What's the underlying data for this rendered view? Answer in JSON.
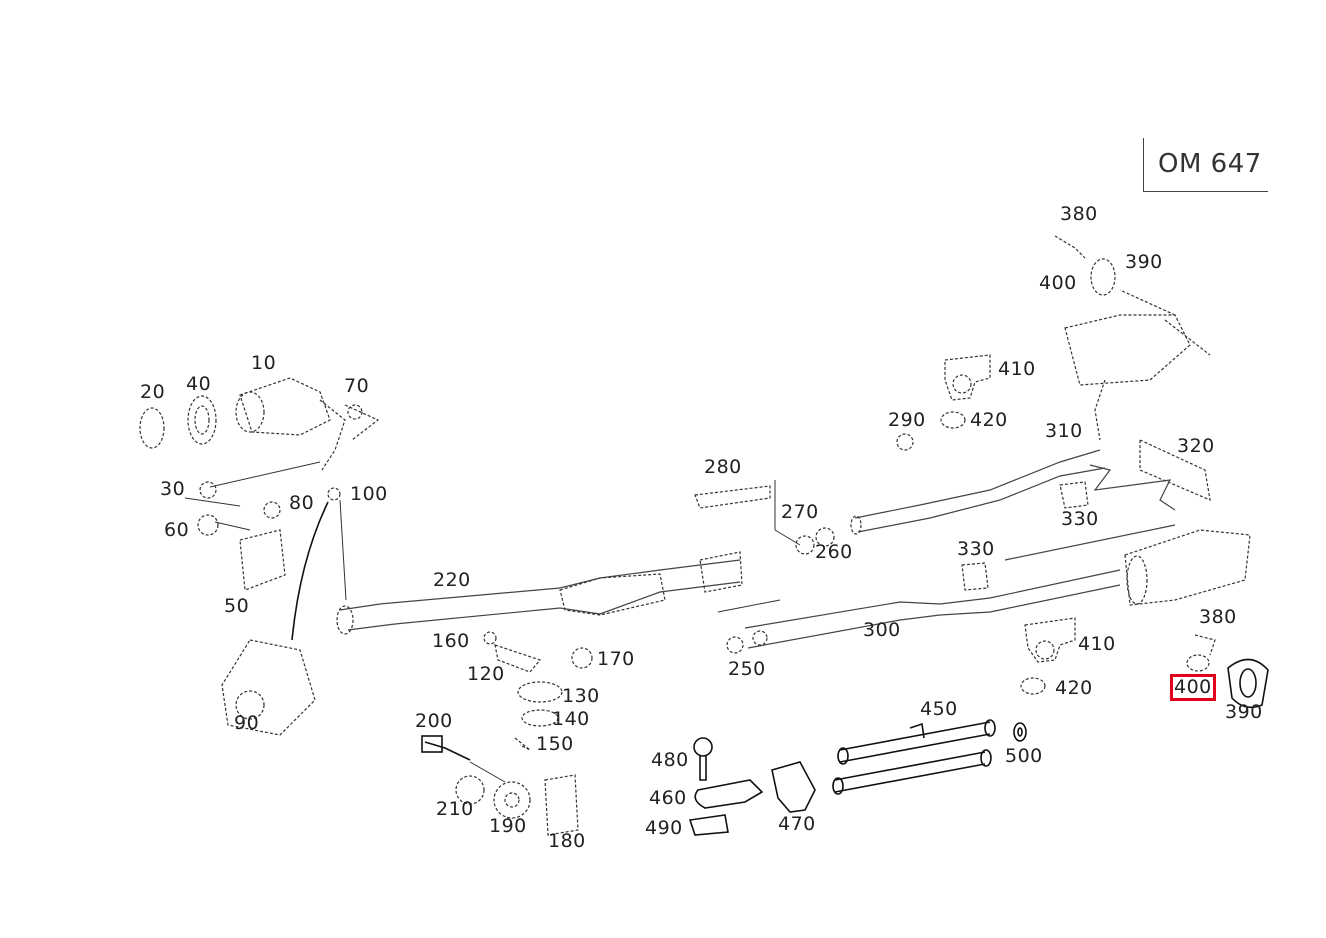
{
  "engine_code": "OM 647",
  "highlight_color": "#e3001b",
  "callouts": [
    {
      "id": "c10",
      "text": "10"
    },
    {
      "id": "c20",
      "text": "20"
    },
    {
      "id": "c30",
      "text": "30"
    },
    {
      "id": "c40",
      "text": "40"
    },
    {
      "id": "c50",
      "text": "50"
    },
    {
      "id": "c60",
      "text": "60"
    },
    {
      "id": "c70",
      "text": "70"
    },
    {
      "id": "c80",
      "text": "80"
    },
    {
      "id": "c90",
      "text": "90"
    },
    {
      "id": "c100",
      "text": "100"
    },
    {
      "id": "c120",
      "text": "120"
    },
    {
      "id": "c130",
      "text": "130"
    },
    {
      "id": "c140",
      "text": "140"
    },
    {
      "id": "c150",
      "text": "150"
    },
    {
      "id": "c160",
      "text": "160"
    },
    {
      "id": "c170",
      "text": "170"
    },
    {
      "id": "c180",
      "text": "180"
    },
    {
      "id": "c190",
      "text": "190"
    },
    {
      "id": "c200",
      "text": "200"
    },
    {
      "id": "c210",
      "text": "210"
    },
    {
      "id": "c220",
      "text": "220"
    },
    {
      "id": "c250",
      "text": "250"
    },
    {
      "id": "c260",
      "text": "260"
    },
    {
      "id": "c270",
      "text": "270"
    },
    {
      "id": "c280",
      "text": "280"
    },
    {
      "id": "c290",
      "text": "290"
    },
    {
      "id": "c300",
      "text": "300"
    },
    {
      "id": "c310",
      "text": "310"
    },
    {
      "id": "c320",
      "text": "320"
    },
    {
      "id": "c330a",
      "text": "330"
    },
    {
      "id": "c330b",
      "text": "330"
    },
    {
      "id": "c380a",
      "text": "380"
    },
    {
      "id": "c380b",
      "text": "380"
    },
    {
      "id": "c390a",
      "text": "390"
    },
    {
      "id": "c390b",
      "text": "390"
    },
    {
      "id": "c400a",
      "text": "400"
    },
    {
      "id": "c400b",
      "text": "400",
      "highlighted": true
    },
    {
      "id": "c410a",
      "text": "410"
    },
    {
      "id": "c410b",
      "text": "410"
    },
    {
      "id": "c420a",
      "text": "420"
    },
    {
      "id": "c420b",
      "text": "420"
    },
    {
      "id": "c450",
      "text": "450"
    },
    {
      "id": "c460",
      "text": "460"
    },
    {
      "id": "c470",
      "text": "470"
    },
    {
      "id": "c480",
      "text": "480"
    },
    {
      "id": "c490",
      "text": "490"
    },
    {
      "id": "c500",
      "text": "500"
    }
  ]
}
